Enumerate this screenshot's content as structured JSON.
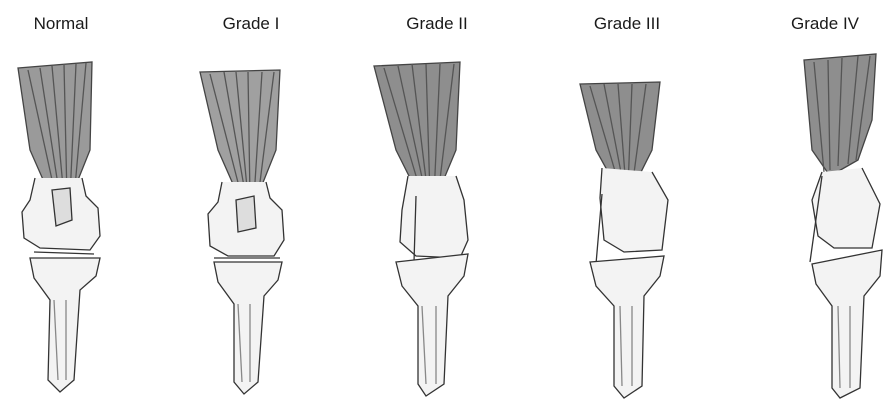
{
  "figure": {
    "panels": [
      {
        "label": "Normal"
      },
      {
        "label": "Grade I"
      },
      {
        "label": "Grade II"
      },
      {
        "label": "Grade III"
      },
      {
        "label": "Grade IV"
      }
    ]
  }
}
